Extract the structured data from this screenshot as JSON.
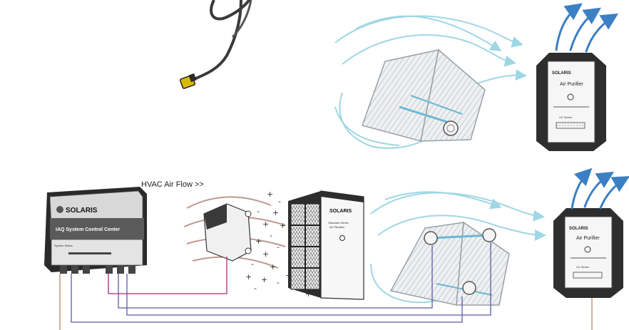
{
  "diagram": {
    "flow_label": "HVAC Air Flow >>",
    "control_center": {
      "brand": "SOLARIS",
      "title": "IAQ System Control Center",
      "status_label": "System Status"
    },
    "media_filter": {
      "brand": "SOLARIS",
      "line1": "Standard Series",
      "line2": "Air Filtration"
    },
    "purifier": {
      "brand": "SOLARIS",
      "name": "Air Purifier",
      "label": "UV Series"
    },
    "colors": {
      "airflow_cool": "#8fd0e0",
      "airflow_warm": "#b98e82",
      "wire_blue": "#5b5ba8",
      "wire_magenta": "#b0287a",
      "wire_tan": "#b08a6a",
      "cable": "#3a3a3a",
      "connector": "#d8b800",
      "arrow_up": "#3b7fc4"
    }
  }
}
